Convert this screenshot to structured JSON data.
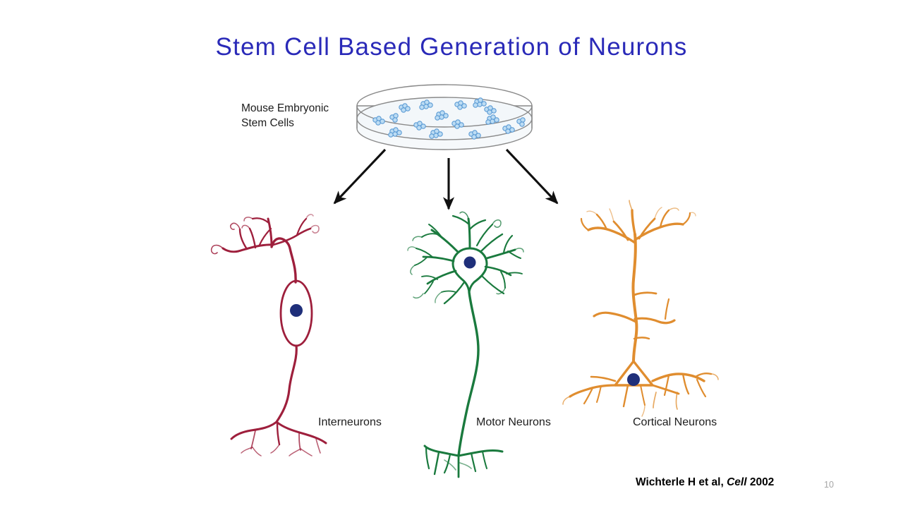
{
  "slide": {
    "title": "Stem Cell Based Generation of Neurons",
    "title_color": "#2a2ab8",
    "background_color": "#ffffff",
    "number": "10"
  },
  "source_label": {
    "text": "Mouse Embryonic\nStem Cells"
  },
  "dish": {
    "outline_color": "#808080",
    "fill_color": "#f7f9fa",
    "colony_color": "#5b9bd5",
    "colony_fill": "#cfe4f5",
    "colony_count": 24
  },
  "arrows": {
    "color": "#101010",
    "count": 3
  },
  "neurons": [
    {
      "id": "interneuron",
      "label": "Interneurons",
      "color": "#9e1f3c",
      "nucleus_color": "#1f2f7a",
      "soma_shape": "elongated-oval"
    },
    {
      "id": "motor-neuron",
      "label": "Motor Neurons",
      "color": "#1a7a3e",
      "nucleus_color": "#1f2f7a",
      "soma_shape": "teardrop"
    },
    {
      "id": "cortical-neuron",
      "label": "Cortical Neurons",
      "color": "#e08d2f",
      "nucleus_color": "#1f2f7a",
      "soma_shape": "triangle-pyramidal"
    }
  ],
  "citation": {
    "authors": "Wichterle H et al, ",
    "journal": "Cell",
    "year": " 2002"
  }
}
